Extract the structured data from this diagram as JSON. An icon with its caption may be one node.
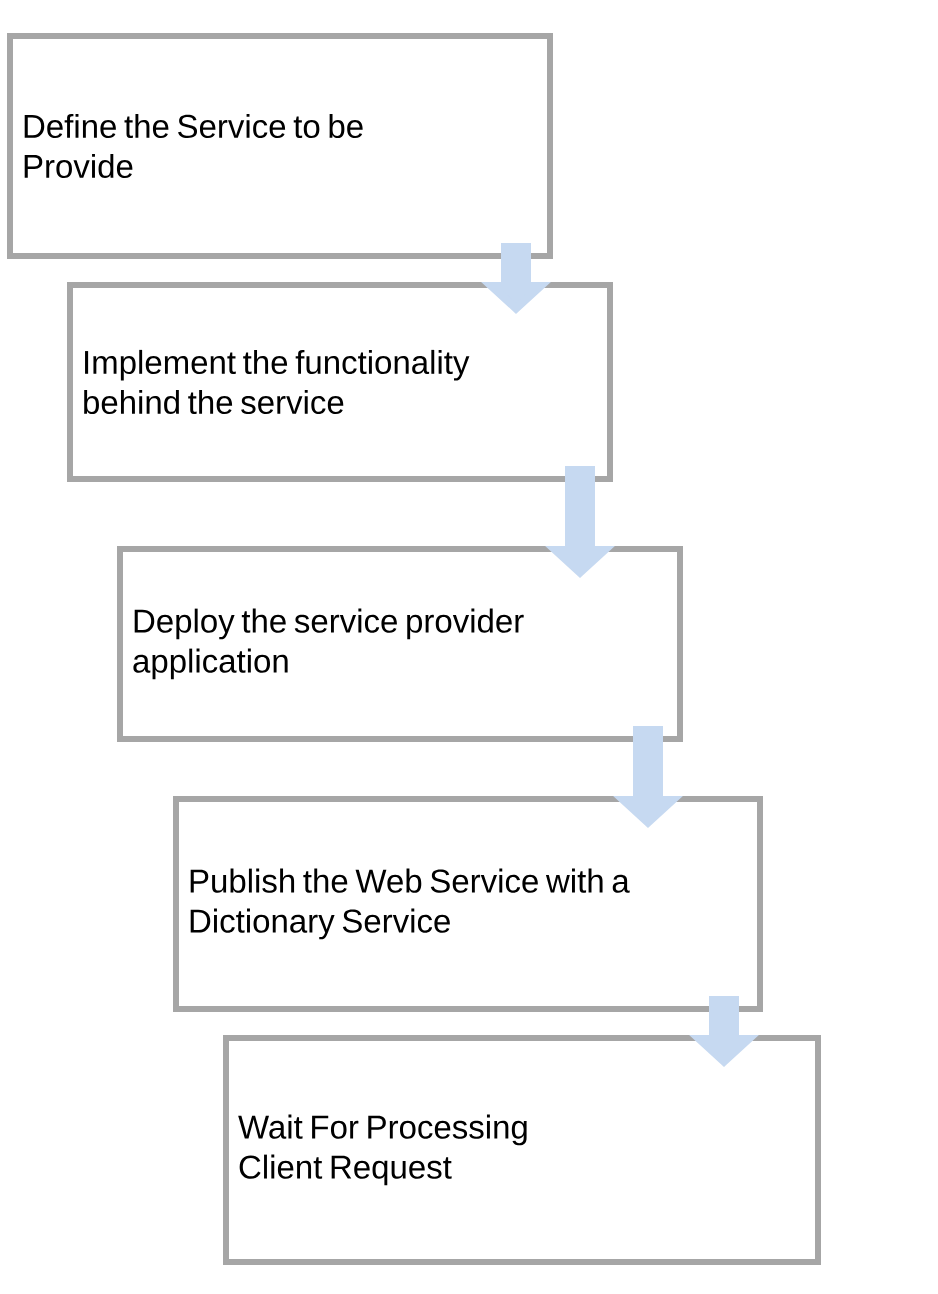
{
  "diagram": {
    "nodes": [
      {
        "text": [
          "Define the Service to be Provide"
        ]
      },
      {
        "text": [
          "Implement the functionality behind the service"
        ]
      },
      {
        "text": [
          "Deploy the service provider application"
        ]
      },
      {
        "text": [
          "Publish the Web Service with a Dictionary Service"
        ]
      },
      {
        "text": [
          "Wait For Processing Client Request"
        ]
      }
    ],
    "edges": [
      {
        "from": 0,
        "to": 1,
        "arrow": "to"
      },
      {
        "from": 1,
        "to": 2,
        "arrow": "to"
      },
      {
        "from": 2,
        "to": 3,
        "arrow": "to"
      },
      {
        "from": 3,
        "to": 4,
        "arrow": "to"
      }
    ]
  }
}
